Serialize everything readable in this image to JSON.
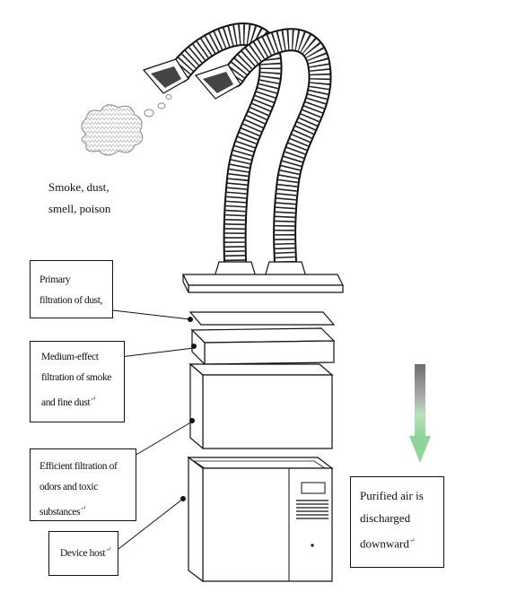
{
  "smoke_label": {
    "line1": "Smoke,   dust,",
    "line2": "smell,  poison"
  },
  "callouts": {
    "primary": {
      "line1": "Primary",
      "line2": "filtration of dust,"
    },
    "medium": {
      "line1": "Medium-effect",
      "line2": "filtration of smoke",
      "line3": "and fine dust"
    },
    "efficient": {
      "line1": "Efficient  filtration  of",
      "line2": "odors    and    toxic",
      "line3": "substances"
    },
    "host": {
      "line1": "Device host"
    }
  },
  "purified_note": {
    "line1": "Purified air is",
    "line2": "discharged",
    "line3": "downward"
  },
  "para_mark": "↵",
  "colors": {
    "stroke": "#111111",
    "arrow_dark": "#6e6e6e",
    "arrow_green": "#8fd49a",
    "cloud": "#cfcfcf"
  }
}
